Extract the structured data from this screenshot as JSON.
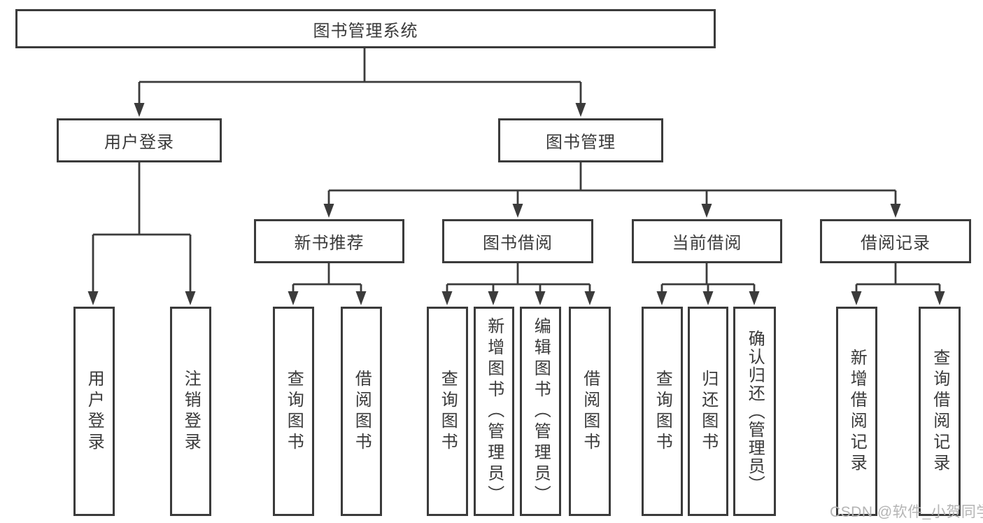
{
  "diagram_title": "图书管理系统",
  "colors": {
    "line": "#3b3b3b",
    "text": "#3a3a3a",
    "background": "#ffffff",
    "watermark": "#b4b4b4"
  },
  "tree": {
    "root": {
      "label": "图书管理系统"
    },
    "branches": [
      {
        "label": "用户登录",
        "children": [
          {
            "label": "用户登录"
          },
          {
            "label": "注销登录"
          }
        ]
      },
      {
        "label": "图书管理",
        "children": [
          {
            "label": "新书推荐",
            "children": [
              {
                "label": "查询图书"
              },
              {
                "label": "借阅图书"
              }
            ]
          },
          {
            "label": "图书借阅",
            "children": [
              {
                "label": "查询图书"
              },
              {
                "label": "新增图书（管理员）"
              },
              {
                "label": "编辑图书（管理员）"
              },
              {
                "label": "借阅图书"
              }
            ]
          },
          {
            "label": "当前借阅",
            "children": [
              {
                "label": "查询图书"
              },
              {
                "label": "归还图书"
              },
              {
                "label": "确认归还（管理员）"
              }
            ]
          },
          {
            "label": "借阅记录",
            "children": [
              {
                "label": "新增借阅记录"
              },
              {
                "label": "查询借阅记录"
              }
            ]
          }
        ]
      }
    ]
  },
  "watermark": "CSDN @软件_小贺同学"
}
